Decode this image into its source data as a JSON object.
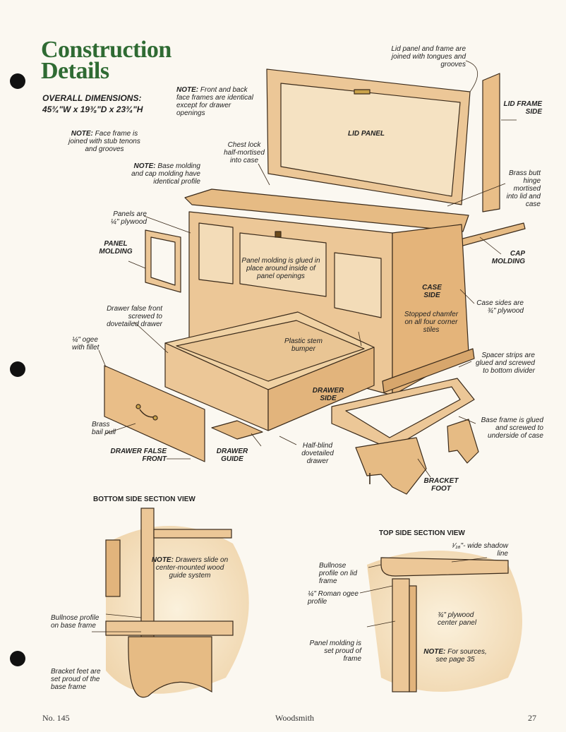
{
  "header": {
    "title_line1": "Construction",
    "title_line2": "Details",
    "dims_heading": "OVERALL DIMENSIONS:",
    "dims_value": "45¾\"W x 19⅜\"D x 23¾\"H"
  },
  "notes": {
    "face_frames": "Front and back face frames are identical except for drawer openings",
    "face_frame_joint": "Face frame is joined with stub tenons and grooves",
    "base_molding": "Base molding and cap molding have identical profile",
    "drawers_slide": "Drawers slide on center-mounted wood guide system",
    "sources": "For sources, see page 35",
    "prefix": "NOTE:"
  },
  "labels": {
    "lid_panel_frame": "Lid panel and frame are joined with tongues and grooves",
    "lid_frame_side": "LID FRAME SIDE",
    "lid_panel": "LID PANEL",
    "chest_lock": "Chest lock half-mortised into case",
    "brass_hinge": "Brass butt hinge mortised into lid and case",
    "panels_plywood": "Panels are ¼\" plywood",
    "panel_molding_cap": "PANEL MOLDING",
    "panel_molding_glued": "Panel molding is glued in place around inside of panel openings",
    "cap_molding": "CAP MOLDING",
    "case_side": "CASE SIDE",
    "case_sides_plywood": "Case sides are ¾\" plywood",
    "stopped_chamfer": "Stopped chamfer on all four corner stiles",
    "drawer_false_front_screwed": "Drawer false front screwed to dovetailed drawer",
    "plastic_stem": "Plastic stem bumper",
    "ogee_fillet": "¼\" ogee with fillet",
    "drawer_side": "DRAWER SIDE",
    "spacer_strips": "Spacer strips are glued and screwed to bottom divider",
    "base_frame": "Base frame is glued and screwed to underside of case",
    "brass_bail": "Brass bail pull",
    "drawer_false_front": "DRAWER FALSE FRONT",
    "drawer_guide": "DRAWER GUIDE",
    "half_blind": "Half-blind dovetailed drawer",
    "bracket_foot": "BRACKET FOOT",
    "bullnose_base": "Bullnose profile on base frame",
    "bracket_feet_proud": "Bracket feet are set proud of the base frame",
    "bullnose_lid": "Bullnose profile on lid frame",
    "roman_ogee": "¼\" Roman ogee profile",
    "shadow_line": "¹⁄₁₆\"- wide shadow line",
    "plywood_center": "¾\" plywood center panel",
    "panel_proud": "Panel molding is set proud of frame"
  },
  "sections": {
    "bottom": "BOTTOM SIDE SECTION VIEW",
    "top": "TOP SIDE SECTION VIEW"
  },
  "footer": {
    "issue": "No. 145",
    "magazine": "Woodsmith",
    "page": "27"
  },
  "colors": {
    "wood": "#ecc797",
    "wood_dark": "#d7a66c",
    "wood_light": "#f3dcb8",
    "outline": "#3a2a1a",
    "title_green": "#2f6b33"
  }
}
